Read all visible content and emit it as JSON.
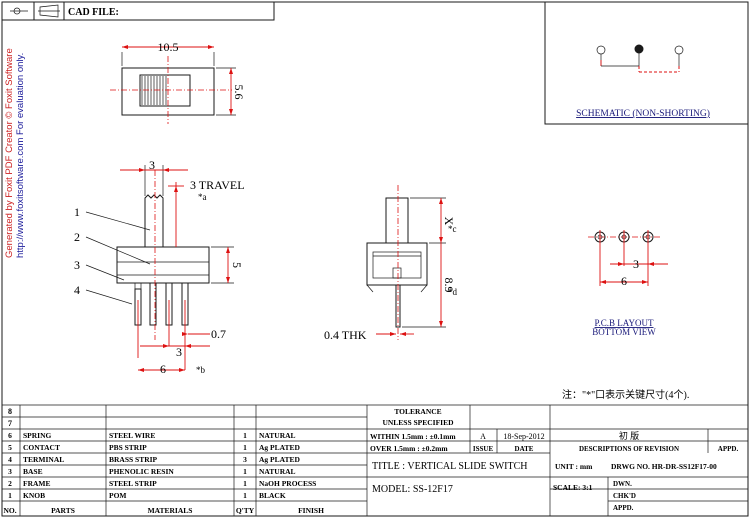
{
  "header": {
    "cad_file_label": "CAD FILE:"
  },
  "watermark": {
    "line1": "Generated by Foxit PDF Creator © Foxit Software",
    "line2": "http://www.foxitsoftware.com   For evaluation only."
  },
  "schematic": {
    "title": "SCHEMATIC (NON-SHORTING)"
  },
  "top_view": {
    "width_dim": "10.5",
    "height_dim": "5.6"
  },
  "front_view": {
    "dim_top": "3",
    "travel": "3 TRAVEL",
    "travel_note": "*a",
    "callouts": [
      "1",
      "2",
      "3",
      "4"
    ],
    "dim_height": "5",
    "dim_pin_w": "0.7",
    "dim_pitch": "3",
    "dim_span": "6",
    "span_note": "*b"
  },
  "side_view": {
    "dim_x": "X",
    "note_x": "*c",
    "dim_89": "8.9",
    "note_89": "*d",
    "thk": "0.4 THK"
  },
  "pcb": {
    "dim_pitch": "3",
    "dim_span": "6",
    "title_line1": "P.C.B LAYOUT",
    "title_line2": "BOTTOM VIEW"
  },
  "note": "注：\"*\"口表示关键尺寸(4个).",
  "parts": {
    "empty_rows": [
      "8",
      "7"
    ],
    "rows": [
      {
        "no": "6",
        "part": "SPRING",
        "material": "STEEL WIRE",
        "qty": "1",
        "finish": "NATURAL"
      },
      {
        "no": "5",
        "part": "CONTACT",
        "material": "PBS STRIP",
        "qty": "1",
        "finish": "Ag PLATED"
      },
      {
        "no": "4",
        "part": "TERMINAL",
        "material": "BRASS STRIP",
        "qty": "3",
        "finish": "Ag PLATED"
      },
      {
        "no": "3",
        "part": "BASE",
        "material": "PHENOLIC RESIN",
        "qty": "1",
        "finish": "NATURAL"
      },
      {
        "no": "2",
        "part": "FRAME",
        "material": "STEEL STRIP",
        "qty": "1",
        "finish": "NaOH PROCESS"
      },
      {
        "no": "1",
        "part": "KNOB",
        "material": "POM",
        "qty": "1",
        "finish": "BLACK"
      }
    ],
    "header": {
      "no": "NO.",
      "parts": "PARTS",
      "materials": "MATERIALS",
      "qty": "Q'TY",
      "finish": "FINISH"
    }
  },
  "title_block": {
    "tolerance": "TOLERANCE",
    "unless": "UNLESS  SPECIFIED",
    "within": "WITHIN 1.5mm : ±0.1mm",
    "over": "OVER 1.5mm : ±0.2mm",
    "rev_letter": "A",
    "rev_date": "18-Sep-2012",
    "rev_desc": "初 版",
    "issue": "ISSUE",
    "date": "DATE",
    "desc_of_rev": "DESCRIPTIONS OF REVISION",
    "appd": "APPD.",
    "title": "TITLE :  VERTICAL SLIDE SWITCH",
    "unit": "UNIT :   mm",
    "drwg": "DRWG NO.  HR-DR-SS12F17-00",
    "model": "MODEL:   SS-12F17",
    "scale": "SCALE:  3:1",
    "dwn": "DWN.",
    "chkd": "CHK'D",
    "appd2": "APPD."
  }
}
